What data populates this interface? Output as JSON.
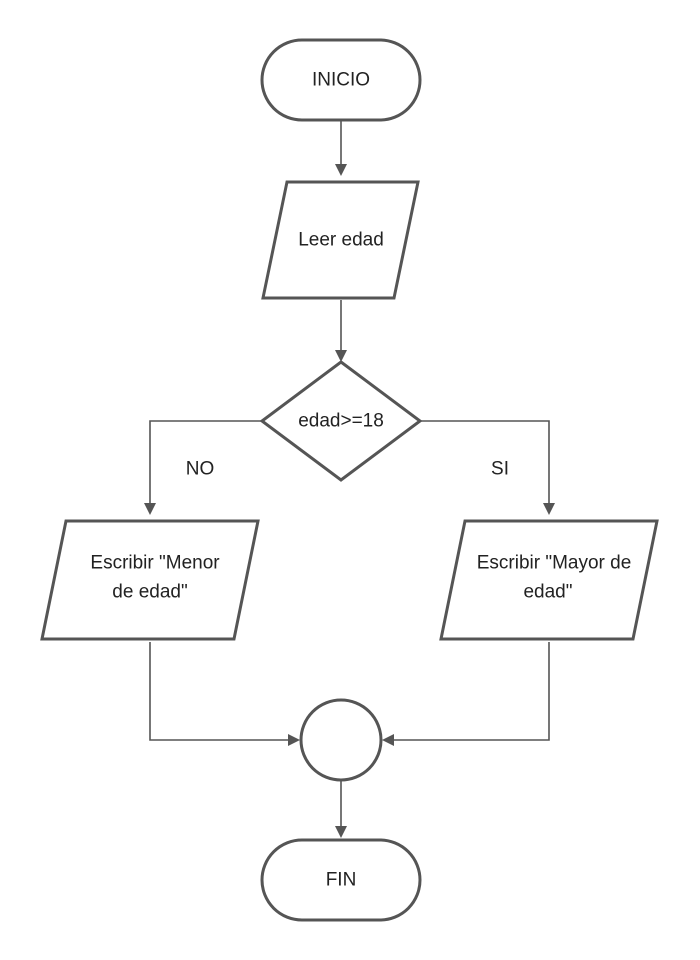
{
  "diagram": {
    "start_label": "INICIO",
    "input_label": "Leer edad",
    "decision_label": "edad>=18",
    "branch_no_label": "NO",
    "branch_yes_label": "SI",
    "output_no": {
      "line1": "Escribir \"Menor",
      "line2": "de edad\""
    },
    "output_yes": {
      "line1": "Escribir \"Mayor de",
      "line2": "edad\""
    },
    "end_label": "FIN"
  },
  "colors": {
    "stroke": "#555555",
    "fill": "#ffffff",
    "text": "#222222"
  }
}
